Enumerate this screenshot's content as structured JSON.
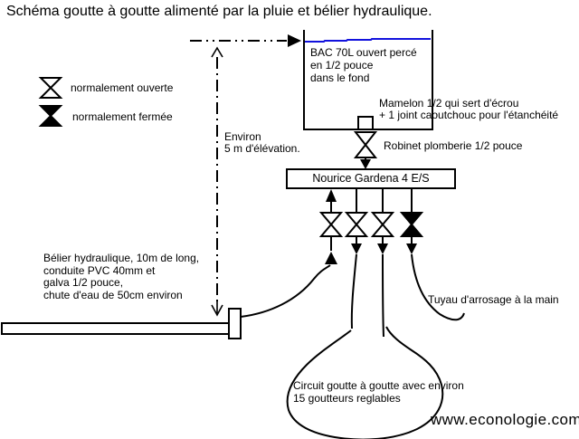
{
  "title": "Schéma goutte à goutte alimenté par la pluie et bélier hydraulique.",
  "legend": {
    "open": "normalement ouverte",
    "closed": "normalement fermée"
  },
  "tank": {
    "label": "BAC 70L ouvert percé\nen 1/2 pouce\ndans le fond",
    "fitting_note": "Mamelon 1/2 qui sert d'écrou\n+ 1 joint caoutchouc pour l'étanchéité",
    "valve_note": "Robinet plomberie 1/2 pouce"
  },
  "elevation_note": "Environ\n 5 m d'élévation.",
  "manifold": {
    "label": "Nourice Gardena 4 E/S"
  },
  "ram_note": "Bélier hydraulique, 10m de long,\nconduite PVC 40mm et\ngalva 1/2 pouce,\n chute d'eau de 50cm environ",
  "hose_note": "Tuyau d'arrosage à la main",
  "circuit_note": "Circuit goutte à goutte avec environ\n 15 goutteurs reglables",
  "watermark": "www.econologie.com",
  "colors": {
    "ink": "#000000",
    "water": "#1212dd",
    "background": "#ffffff"
  }
}
